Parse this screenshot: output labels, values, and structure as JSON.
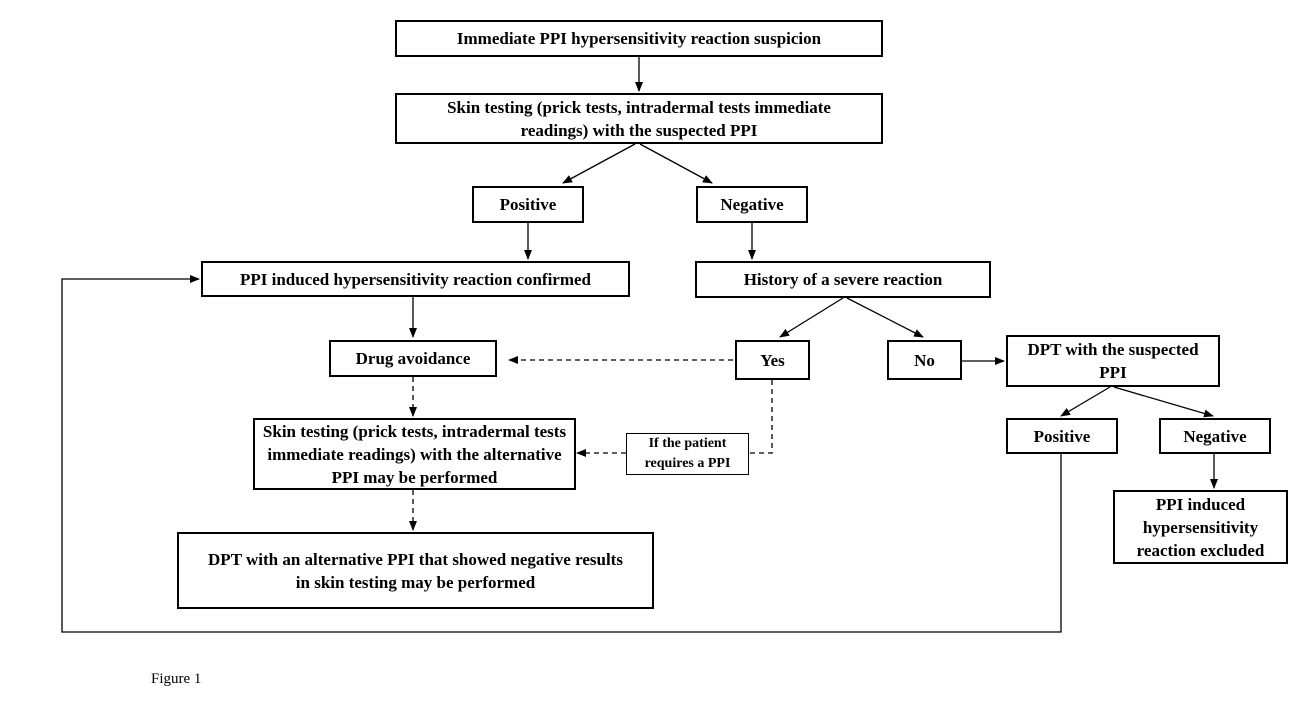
{
  "nodes": {
    "suspicion": "Immediate PPI hypersensitivity reaction suspicion",
    "skin_testing": "Skin testing (prick tests, intradermal tests immediate readings) with the suspected PPI",
    "positive_1": "Positive",
    "negative_1": "Negative",
    "confirmed": "PPI induced hypersensitivity reaction confirmed",
    "history": "History of a severe reaction",
    "drug_avoidance": "Drug avoidance",
    "yes": "Yes",
    "no": "No",
    "dpt_suspected": "DPT with the suspected PPI",
    "skin_testing_alt": "Skin testing (prick tests, intradermal tests immediate readings) with the alternative PPI may be performed",
    "if_requires": "If the patient requires a PPI",
    "positive_2": "Positive",
    "negative_2": "Negative",
    "excluded": "PPI induced hypersensitivity reaction excluded",
    "dpt_alternative": "DPT with an alternative PPI that showed negative results in skin testing may be performed"
  },
  "caption": "Figure 1"
}
